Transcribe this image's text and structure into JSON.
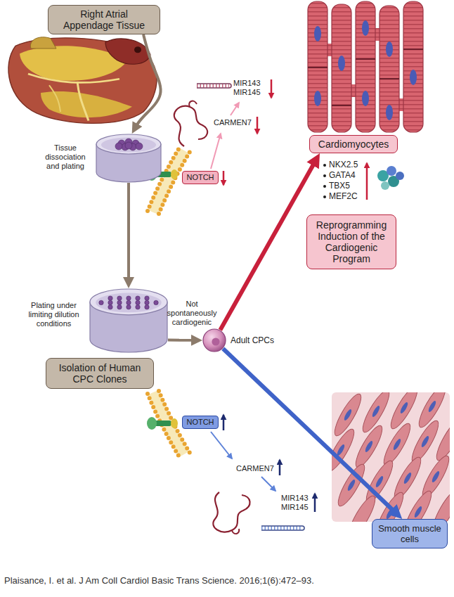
{
  "diagram": {
    "caption": "Plaisance, I. et al. J Am Coll Cardiol Basic Trans Science. 2016;1(6):472–93.",
    "nodes": [
      {
        "text": [
          "Right Atrial Appendage Tissue"
        ]
      },
      {
        "text": [
          "Tissue dissociation and plating"
        ]
      },
      {
        "text": [
          "Plating under limiting dilution conditions"
        ]
      },
      {
        "text": [
          "Isolation of Human CPC Clones"
        ]
      },
      {
        "text": [
          "Adult CPCs"
        ]
      },
      {
        "text": [
          "Cardiomyocytes"
        ]
      },
      {
        "text": [
          "NOTCH"
        ]
      },
      {
        "text": [
          "Reprogramming Induction of the Cardiogenic Program"
        ]
      },
      {
        "text": [
          "NOTCH"
        ]
      },
      {
        "text": [
          "Smooth muscle cells"
        ]
      }
    ],
    "edges": [
      {
        "from": 0,
        "to": 1,
        "arrow": "to"
      },
      {
        "from": 1,
        "to": 2,
        "arrow": "to"
      },
      {
        "from": 2,
        "to": 4,
        "arrow": "to",
        "label": "Not spontaneously cardiogenic"
      },
      {
        "from": 4,
        "to": 5,
        "arrow": "to"
      },
      {
        "from": 4,
        "to": 9,
        "arrow": "to"
      }
    ],
    "labels": [
      "MIR143",
      "MIR145",
      "CARMEN7",
      "NKX2.5",
      "GATA4",
      "TBX5",
      "MEF2C",
      "CARMEN7",
      "MIR143",
      "MIR145"
    ]
  }
}
